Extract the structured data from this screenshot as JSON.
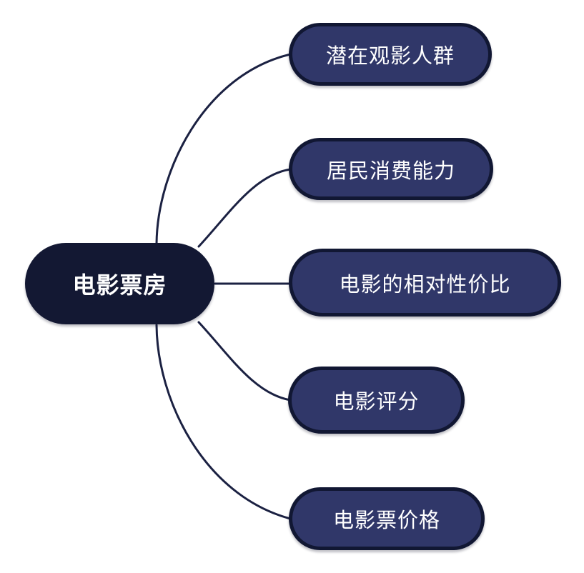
{
  "mindmap": {
    "root": {
      "label": "电影票房"
    },
    "branches": [
      {
        "label": "潜在观影人群"
      },
      {
        "label": "居民消费能力"
      },
      {
        "label": "电影的相对性价比"
      },
      {
        "label": "电影评分"
      },
      {
        "label": "电影票价格"
      }
    ]
  },
  "colors": {
    "background": "#ffffff",
    "root_fill": "#131833",
    "branch_fill": "#303769",
    "node_border": "#111733",
    "edge": "#1b2142",
    "text": "#ffffff"
  }
}
